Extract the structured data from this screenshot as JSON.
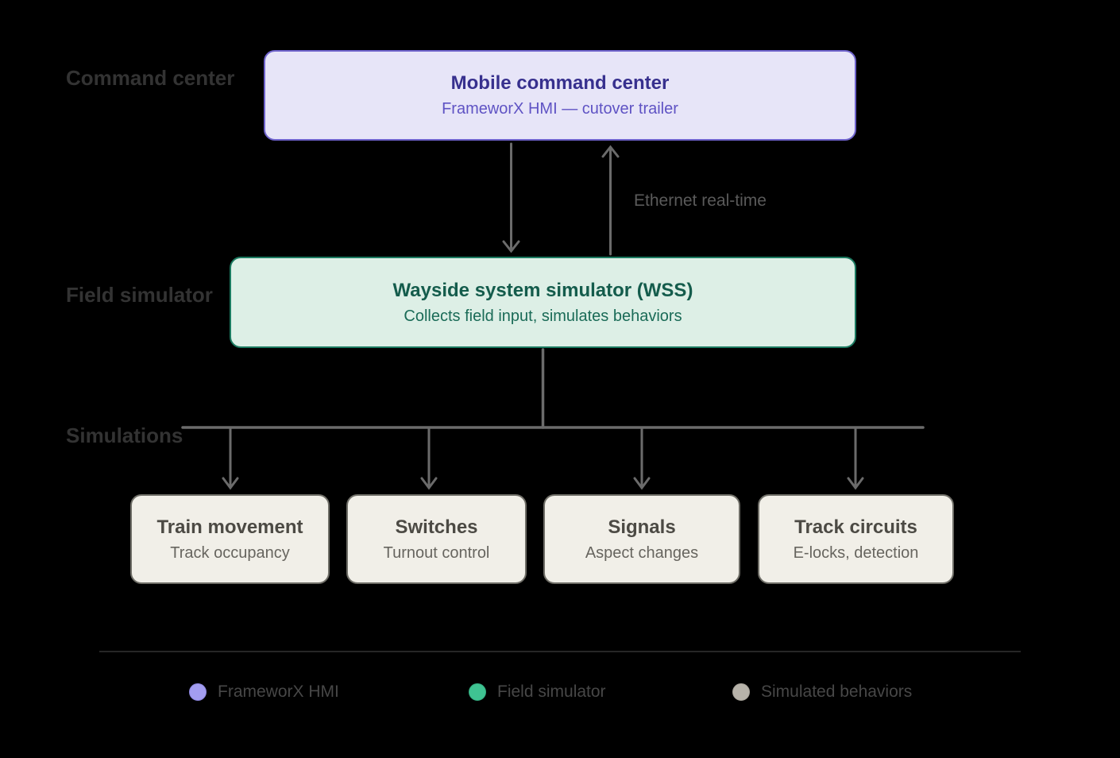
{
  "canvas": {
    "background": "#000000",
    "line_color": "#6b6b6b"
  },
  "row_labels": {
    "command_center": "Command center",
    "field_simulator": "Field simulator",
    "simulations": "Simulations"
  },
  "nodes": {
    "command_center": {
      "title": "Mobile command center",
      "subtitle": "FrameworX HMI — cutover trailer",
      "fill": "#e7e5f8",
      "border": "#6f63cc"
    },
    "wss": {
      "title": "Wayside system simulator (WSS)",
      "subtitle": "Collects field input, simulates behaviors",
      "fill": "#ddefe6",
      "border": "#1b7a60"
    },
    "simulations": [
      {
        "title": "Train movement",
        "subtitle": "Track occupancy",
        "fill": "#f1efe8",
        "border": "#6e6d66"
      },
      {
        "title": "Switches",
        "subtitle": "Turnout control",
        "fill": "#f1efe8",
        "border": "#6e6d66"
      },
      {
        "title": "Signals",
        "subtitle": "Aspect changes",
        "fill": "#f1efe8",
        "border": "#6e6d66"
      },
      {
        "title": "Track circuits",
        "subtitle": "E-locks, detection",
        "fill": "#f1efe8",
        "border": "#6e6d66"
      }
    ]
  },
  "edges": {
    "ethernet_label": "Ethernet real-time"
  },
  "legend": {
    "items": [
      {
        "label": "FrameworX HMI",
        "color": "#a39df0"
      },
      {
        "label": "Field simulator",
        "color": "#3fc392"
      },
      {
        "label": "Simulated behaviors",
        "color": "#b7b3aa"
      }
    ]
  }
}
